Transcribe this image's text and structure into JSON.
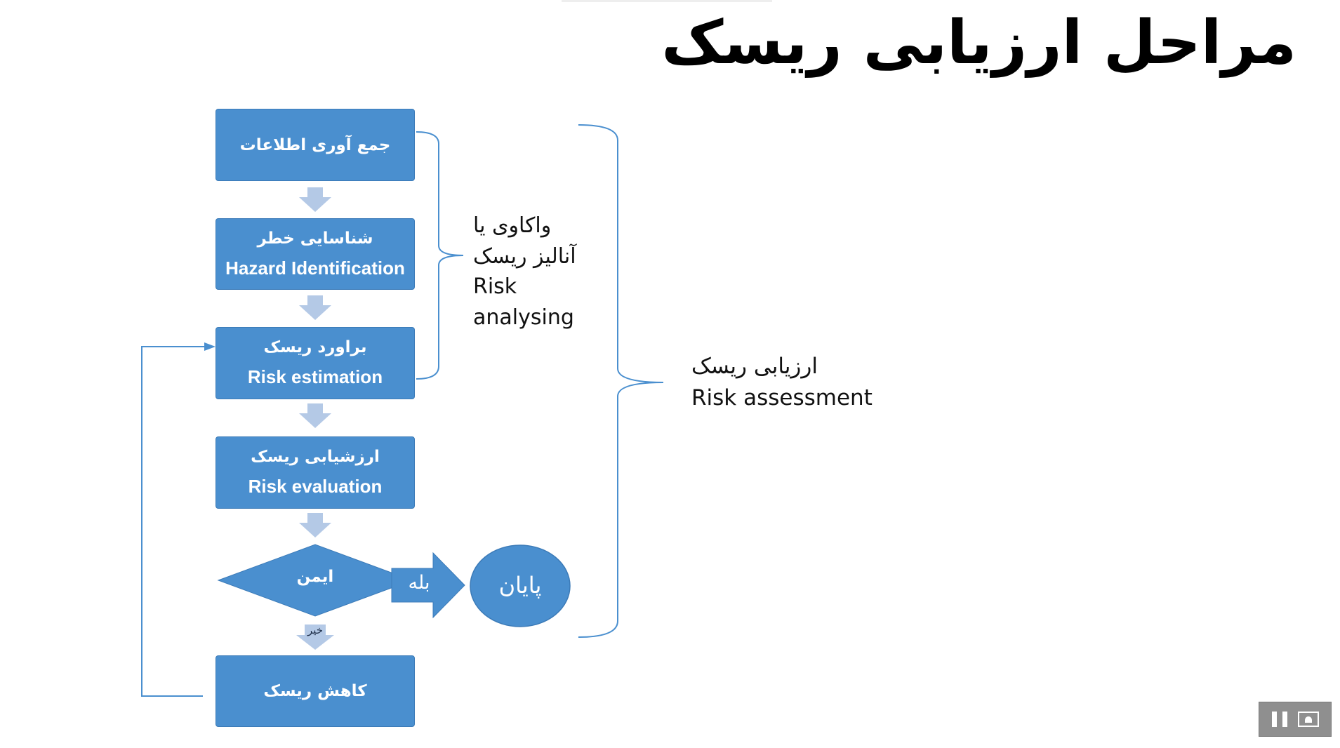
{
  "slide": {
    "title": "مراحل ارزیابی ریسک"
  },
  "flowchart": {
    "step_1": {
      "fa": "جمع آوری اطلاعات"
    },
    "step_2": {
      "fa": "شناسایی خطر",
      "en": "Hazard Identification"
    },
    "step_3": {
      "fa": "براورد ریسک",
      "en": "Risk estimation"
    },
    "step_4": {
      "fa": "ارزشیابی ریسک",
      "en": "Risk evaluation"
    },
    "decision": {
      "fa": "ایمن"
    },
    "yes_label": "بله",
    "no_label": "خیر",
    "end": {
      "fa": "پایان"
    },
    "step_5": {
      "fa": "کاهش ریسک"
    }
  },
  "brackets": {
    "analysis": {
      "fa_line1": "واکاوی یا",
      "fa_line2": "آنالیز ریسک",
      "en_line1": "Risk",
      "en_line2": "analysing"
    },
    "assessment": {
      "fa": "ارزیابی ریسک",
      "en": "Risk assessment"
    }
  },
  "colors": {
    "box_fill": "#4a8fcf",
    "box_border": "#3c7bb8",
    "arrow_fill": "#b4c9e6",
    "connector": "#4a8fcf"
  },
  "video_controls": {
    "icons": [
      "pause-icon",
      "presentation-icon"
    ]
  }
}
